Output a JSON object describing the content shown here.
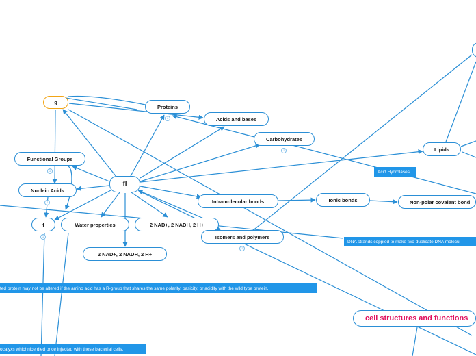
{
  "nodes": {
    "g": "g",
    "proteins": "Proteins",
    "acids_bases": "Acids and bases",
    "carbohydrates": "Carbohydrates",
    "lipids": "Lipids",
    "functional_groups": "Functional Groups",
    "nucleic_acids": "Nucleic Acids",
    "center": "fl",
    "f": "f",
    "water_properties": "Water properties",
    "nad_1": "2 NAD+, 2 NADH, 2 H+",
    "nad_2": "2 NAD+, 2 NADH, 2 H+",
    "intramolecular": "Intramolecular bonds",
    "ionic": "Ionic bonds",
    "nonpolar": "Non-polar covalent bond",
    "isomers": "Isomers and polymers",
    "cell_structures": "cell structures and functions"
  },
  "notes": {
    "acid_hydrolases": "Acid Hydrolases",
    "dna_strands": "DNA strands coppied to make two duplicate DNA molecul",
    "mutated_protein": "ted protein may not be altered if the amino acid has a R-group that shares the same polarity, basicity, or acidity with the wild type protein.",
    "polysaccharide": "ocalyxs whichnice died once injected with these bacterial cells."
  },
  "badges": {
    "proteins": "1",
    "carbohydrates": "1",
    "functional_groups": "1",
    "nucleic_acids": "1",
    "f": "1",
    "isomers": "1"
  },
  "colors": {
    "link": "#2b8fd6",
    "node_border": "#2b8fd6",
    "note_bg": "#2196e8",
    "highlight_border": "#f2a516",
    "main_topic_text": "#e0115f"
  }
}
